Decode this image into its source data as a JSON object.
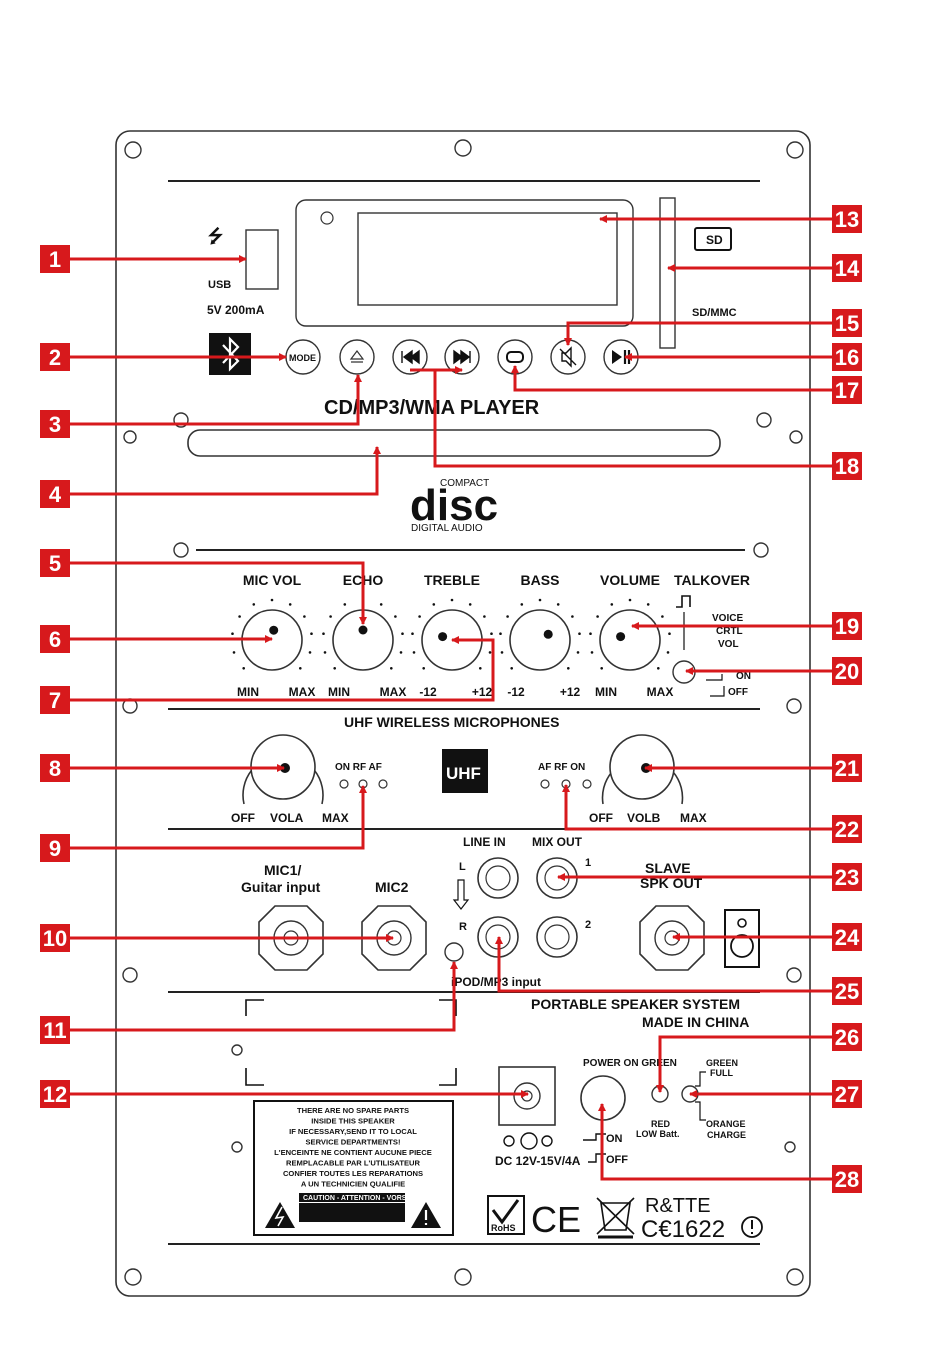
{
  "panel": {
    "usb_label": "USB",
    "usb_power": "5V 200mA",
    "sd_label": "SD/MMC",
    "sd_icon": "SD",
    "mode_button": "MODE",
    "player_title": "CD/MP3/WMA PLAYER",
    "cd_logo": {
      "small": "COMPACT",
      "big": "disc",
      "sub": "DIGITAL AUDIO"
    },
    "knobs": [
      {
        "title": "MIC VOL",
        "min": "MIN",
        "max": "MAX"
      },
      {
        "title": "ECHO",
        "min": "MIN",
        "max": "MAX"
      },
      {
        "title": "TREBLE",
        "min": "-12",
        "max": "+12"
      },
      {
        "title": "BASS",
        "min": "-12",
        "max": "+12"
      },
      {
        "title": "VOLUME",
        "min": "MIN",
        "max": "MAX"
      }
    ],
    "talkover": {
      "title": "TALKOVER",
      "l1": "VOICE",
      "l2": "CRTL",
      "l3": "VOL",
      "on": "ON",
      "off": "OFF"
    },
    "uhf_title": "UHF WIRELESS MICROPHONES",
    "uhf_badge": "UHF",
    "vol_a": {
      "off": "OFF",
      "name": "VOLA",
      "max": "MAX"
    },
    "vol_b": {
      "off": "OFF",
      "name": "VOLB",
      "max": "MAX"
    },
    "leds_a": "ON RF AF",
    "leds_b": "AF RF ON",
    "mic1_l1": "MIC1/",
    "mic1_l2": "Guitar input",
    "mic2": "MIC2",
    "line_in": "LINE IN",
    "mix_out": "MIX OUT",
    "ch_l": "L",
    "ch_r": "R",
    "ch_1": "1",
    "ch_2": "2",
    "slave_l1": "SLAVE",
    "slave_l2": "SPK OUT",
    "ipod": "iPOD/MP3 input",
    "system_l1": "PORTABLE SPEAKER SYSTEM",
    "system_l2": "MADE IN CHINA",
    "power_on_green": "POWER ON GREEN",
    "red_low": "RED",
    "red_low2": "LOW Batt.",
    "green_full": "GREEN",
    "green_full2": "FULL",
    "orange": "ORANGE",
    "orange2": "CHARGE",
    "power_on": "ON",
    "power_off": "OFF",
    "dc_input": "DC 12V-15V/4A",
    "warning": [
      "THERE ARE NO SPARE PARTS",
      "INSIDE THIS SPEAKER",
      "IF NECESSARY,SEND IT TO LOCAL",
      "SERVICE DEPARTMENTS!",
      "L'ENCEINTE NE CONTIENT AUCUNE PIECE",
      "REMPLACABLE PAR L'UTILISATEUR",
      "CONFIER TOUTES LES REPARATIONS",
      "A UN TECHNICIEN QUALIFIE"
    ],
    "caution": "CAUTION - ATTENTION - VORSICHT",
    "rohs": "RoHS",
    "ce": "CE",
    "rtte": "R&TTE",
    "ce1622": "C€1622"
  },
  "callouts": [
    "1",
    "2",
    "3",
    "4",
    "5",
    "6",
    "7",
    "8",
    "9",
    "10",
    "11",
    "12",
    "13",
    "14",
    "15",
    "16",
    "17",
    "18",
    "19",
    "20",
    "21",
    "22",
    "23",
    "24",
    "25",
    "26",
    "27",
    "28"
  ],
  "colors": {
    "callout": "#d7191c",
    "line": "#111111"
  }
}
